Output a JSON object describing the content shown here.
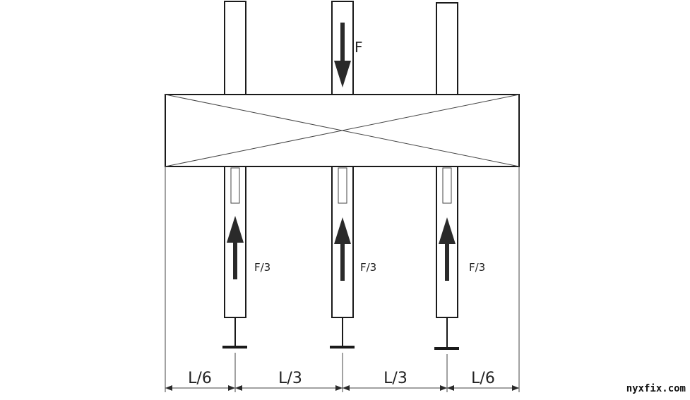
{
  "labels": {
    "applied_force": "F",
    "support_forces": [
      "F/3",
      "F/3",
      "F/3"
    ],
    "spacings": [
      "L/6",
      "L/3",
      "L/3",
      "L/6"
    ]
  },
  "watermark": "nyxfix.com",
  "colors": {
    "ink": "#1a1a1a",
    "arrow_fill": "#2a2a2a"
  }
}
